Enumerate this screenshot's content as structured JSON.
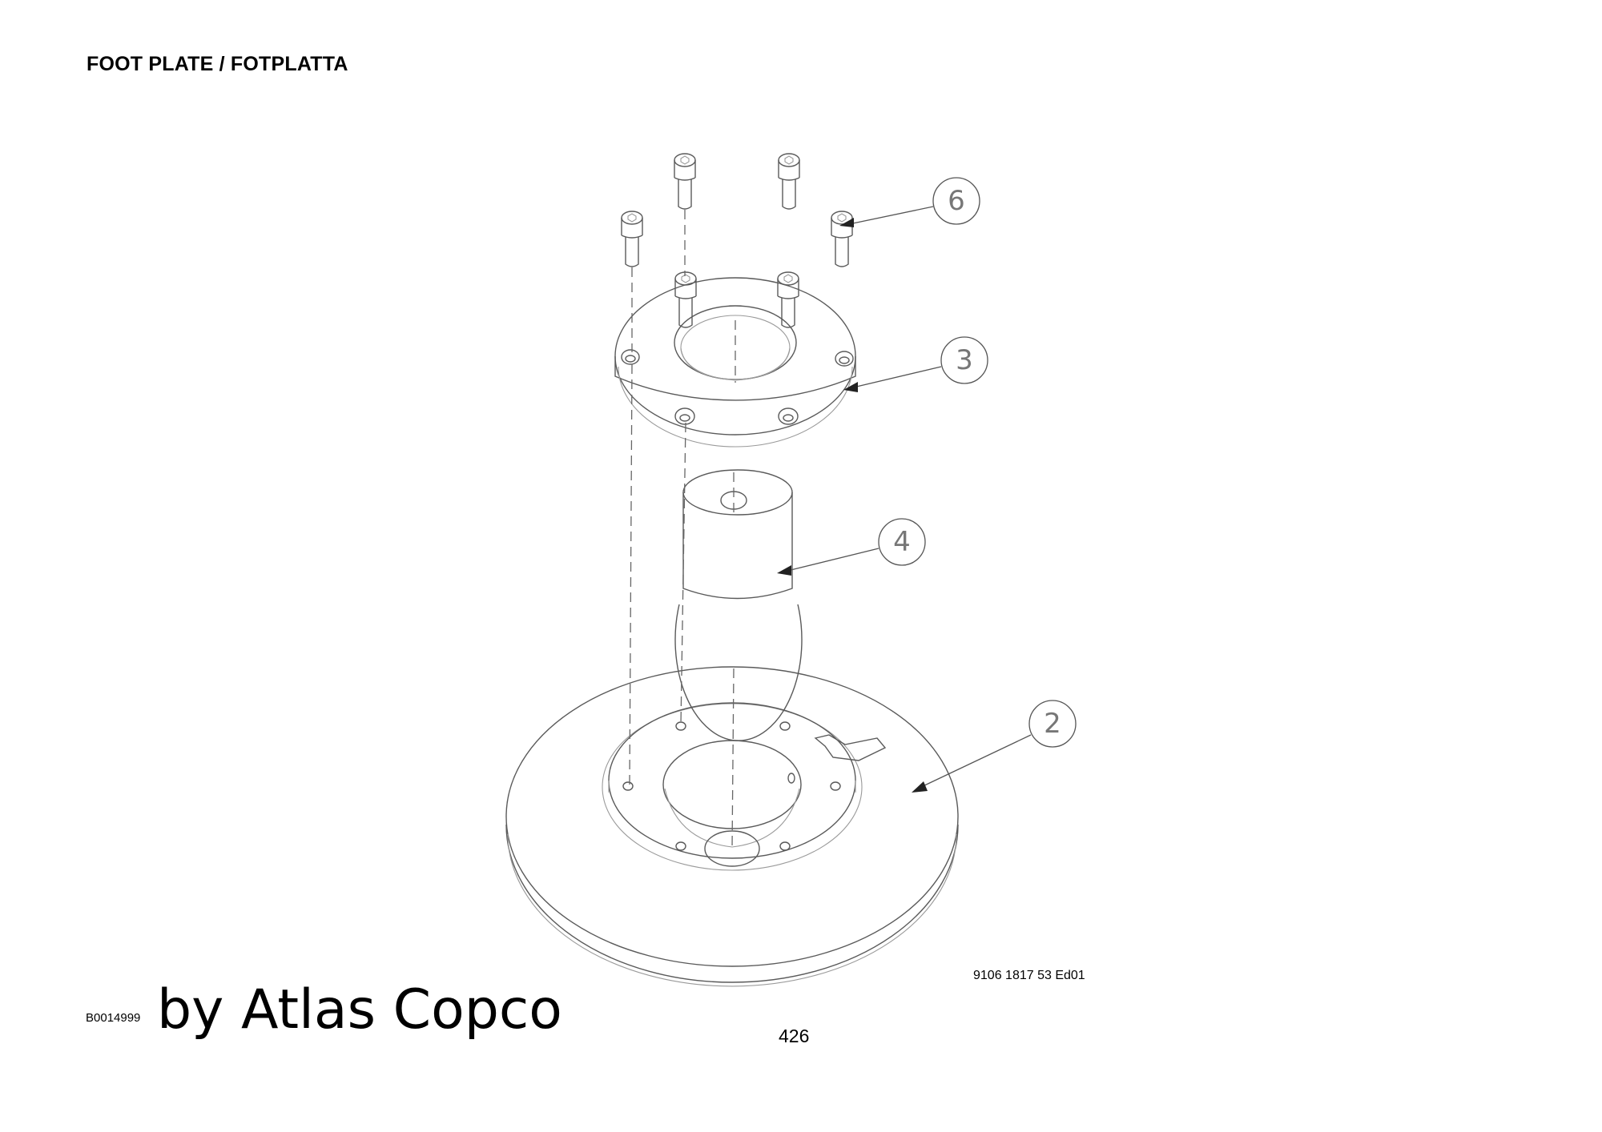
{
  "page": {
    "title": "FOOT PLATE / FOTPLATTA",
    "drawing_number": "9106 1817 53 Ed01",
    "image_id": "B0014999",
    "watermark": "by Atlas Copco",
    "page_number": "426"
  },
  "callouts": [
    {
      "label": "6",
      "part": "screw"
    },
    {
      "label": "3",
      "part": "flange-plate"
    },
    {
      "label": "4",
      "part": "ball-joint"
    },
    {
      "label": "2",
      "part": "foot-plate"
    }
  ]
}
